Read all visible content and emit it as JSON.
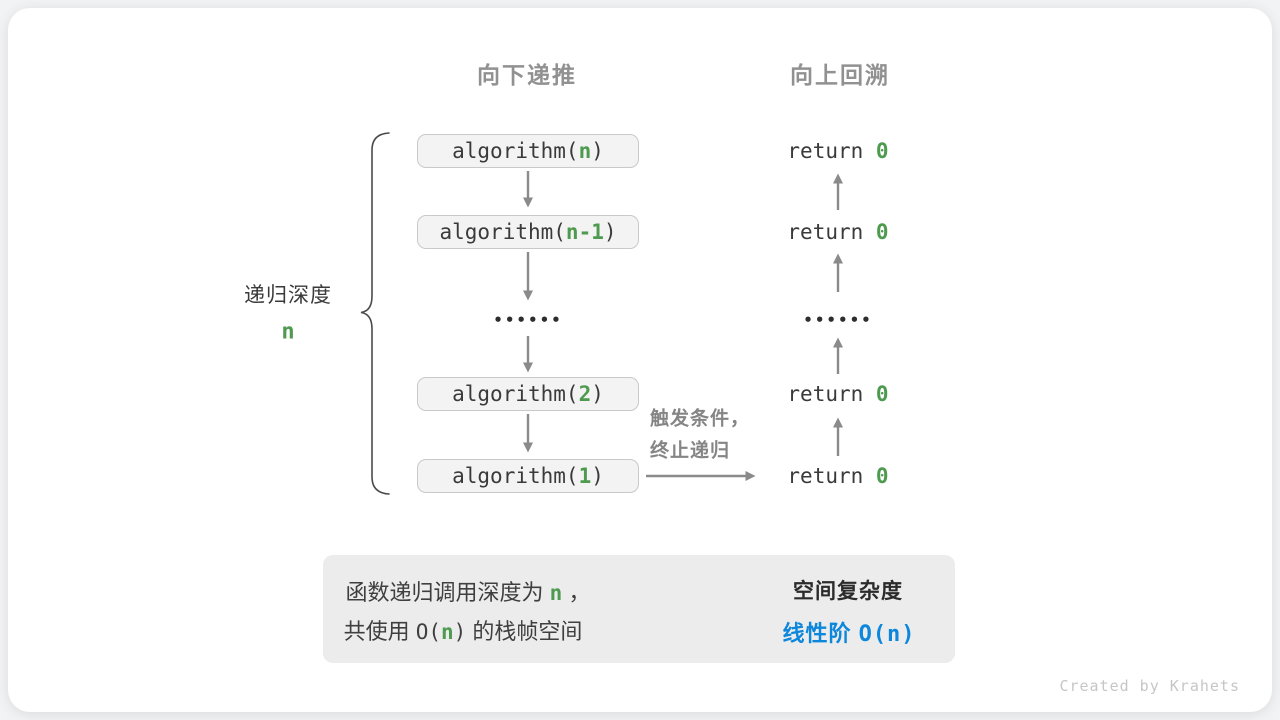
{
  "headers": {
    "descend": "向下递推",
    "backtrack": "向上回溯"
  },
  "depth": {
    "label": "递归深度",
    "value": "n"
  },
  "recursion": {
    "boxes": [
      {
        "pre": "algorithm(",
        "arg": "n",
        "post": ")"
      },
      {
        "pre": "algorithm(",
        "arg": "n-1",
        "post": ")"
      },
      {
        "pre": "algorithm(",
        "arg": "2",
        "post": ")"
      },
      {
        "pre": "algorithm(",
        "arg": "1",
        "post": ")"
      }
    ],
    "dots_left": "••••••",
    "dots_right": "••••••",
    "returns": [
      {
        "pre": "return ",
        "value": "0"
      },
      {
        "pre": "return ",
        "value": "0"
      },
      {
        "pre": "return ",
        "value": "0"
      },
      {
        "pre": "return ",
        "value": "0"
      }
    ]
  },
  "trigger": {
    "line1": "触发条件，",
    "line2": "终止递归"
  },
  "summary": {
    "left": {
      "l1_a": "函数递归调用深度为 ",
      "l1_n": "n",
      "l1_b": " ，",
      "l2_a": "共使用 ",
      "l2_o_open": "O(",
      "l2_n": "n",
      "l2_o_close": ")",
      "l2_b": " 的栈帧空间"
    },
    "right": {
      "title": "空间复杂度",
      "result_text": "线性阶 ",
      "result_big_o": "O(n)"
    }
  },
  "credit": "Created by Krahets",
  "colors": {
    "green": "#4e9b50",
    "blue": "#0c87db",
    "text_dark": "#3a3a3a",
    "text_gray": "#919191",
    "arrow": "#8a8a8a",
    "box_fill": "#f3f3f3",
    "box_border": "#c9c9c9",
    "summary_fill": "#ececec"
  }
}
